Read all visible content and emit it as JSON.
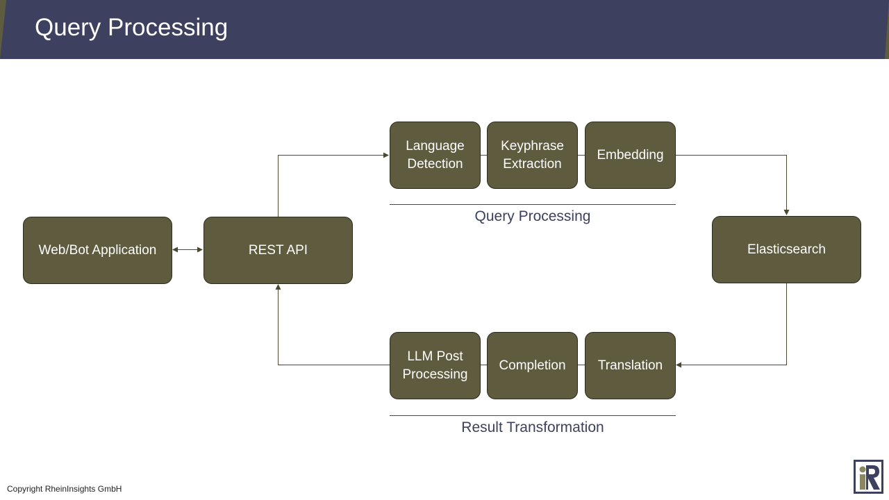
{
  "slide": {
    "title": "Query Processing",
    "footer": "Copyright RheinInsights GmbH"
  },
  "colors": {
    "header_bg": "#3d405f",
    "accent": "#5e5c3f",
    "box_fill": "#5e5b3e",
    "label_text": "#3d405f"
  },
  "diagram": {
    "nodes": {
      "web_bot_app": "Web/Bot Application",
      "rest_api": "REST API",
      "language_detection": "Language\nDetection",
      "keyphrase_extraction": "Keyphrase\nExtraction",
      "embedding": "Embedding",
      "elasticsearch": "Elasticsearch",
      "translation": "Translation",
      "completion": "Completion",
      "llm_post_processing": "LLM Post\nProcessing"
    },
    "groups": {
      "query_processing": "Query Processing",
      "result_transformation": "Result Transformation"
    },
    "edges": [
      {
        "from": "web_bot_app",
        "to": "rest_api",
        "bidirectional": true
      },
      {
        "from": "rest_api",
        "to": "language_detection"
      },
      {
        "from": "language_detection",
        "to": "keyphrase_extraction"
      },
      {
        "from": "keyphrase_extraction",
        "to": "embedding"
      },
      {
        "from": "embedding",
        "to": "elasticsearch"
      },
      {
        "from": "elasticsearch",
        "to": "translation"
      },
      {
        "from": "translation",
        "to": "completion"
      },
      {
        "from": "completion",
        "to": "llm_post_processing"
      },
      {
        "from": "llm_post_processing",
        "to": "rest_api"
      }
    ]
  },
  "logo": {
    "icon": "rheininsights-logo-icon"
  }
}
